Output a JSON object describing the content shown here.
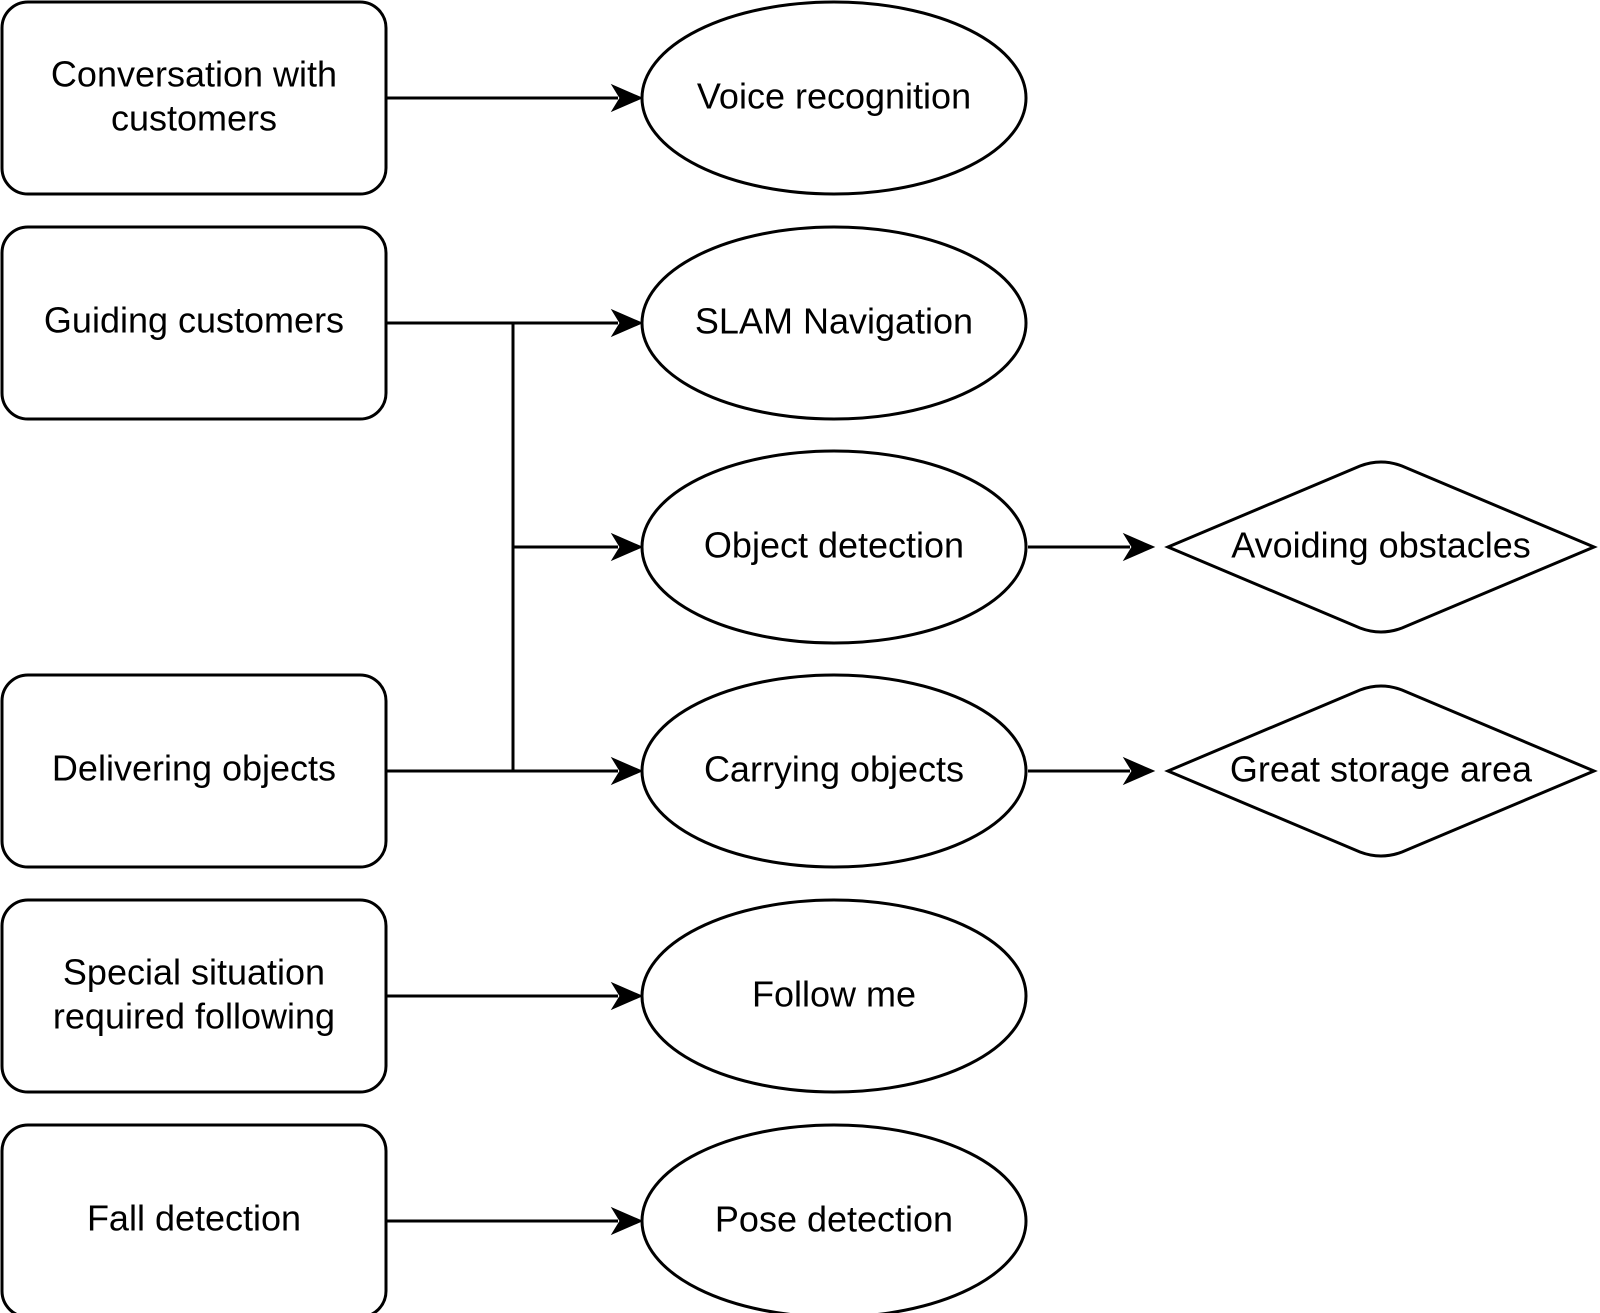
{
  "colors": {
    "stroke": "#000000",
    "fill": "#ffffff",
    "background": "#ffffff",
    "text": "#000000"
  },
  "requirements": [
    {
      "id": "conversation",
      "lines": [
        "Conversation with",
        "customers"
      ]
    },
    {
      "id": "guiding",
      "lines": [
        "Guiding customers"
      ]
    },
    {
      "id": "delivering",
      "lines": [
        "Delivering objects"
      ]
    },
    {
      "id": "special",
      "lines": [
        "Special situation",
        "required following"
      ]
    },
    {
      "id": "fall",
      "lines": [
        "Fall detection"
      ]
    }
  ],
  "functions": [
    {
      "id": "voice",
      "label": "Voice recognition"
    },
    {
      "id": "slam",
      "label": "SLAM Navigation"
    },
    {
      "id": "object",
      "label": "Object detection"
    },
    {
      "id": "carrying",
      "label": "Carrying objects"
    },
    {
      "id": "follow",
      "label": "Follow me"
    },
    {
      "id": "pose",
      "label": "Pose detection"
    }
  ],
  "outcomes": [
    {
      "id": "avoiding",
      "label": "Avoiding obstacles"
    },
    {
      "id": "storage",
      "label": "Great storage area"
    }
  ],
  "edges": [
    {
      "from": "conversation",
      "to": "voice"
    },
    {
      "from": "guiding",
      "to": "slam"
    },
    {
      "from": "guiding",
      "to": "object"
    },
    {
      "from": "guiding",
      "to": "carrying"
    },
    {
      "from": "delivering",
      "to": "slam"
    },
    {
      "from": "delivering",
      "to": "object"
    },
    {
      "from": "delivering",
      "to": "carrying"
    },
    {
      "from": "object",
      "to": "avoiding"
    },
    {
      "from": "carrying",
      "to": "storage"
    },
    {
      "from": "special",
      "to": "follow"
    },
    {
      "from": "fall",
      "to": "pose"
    }
  ]
}
